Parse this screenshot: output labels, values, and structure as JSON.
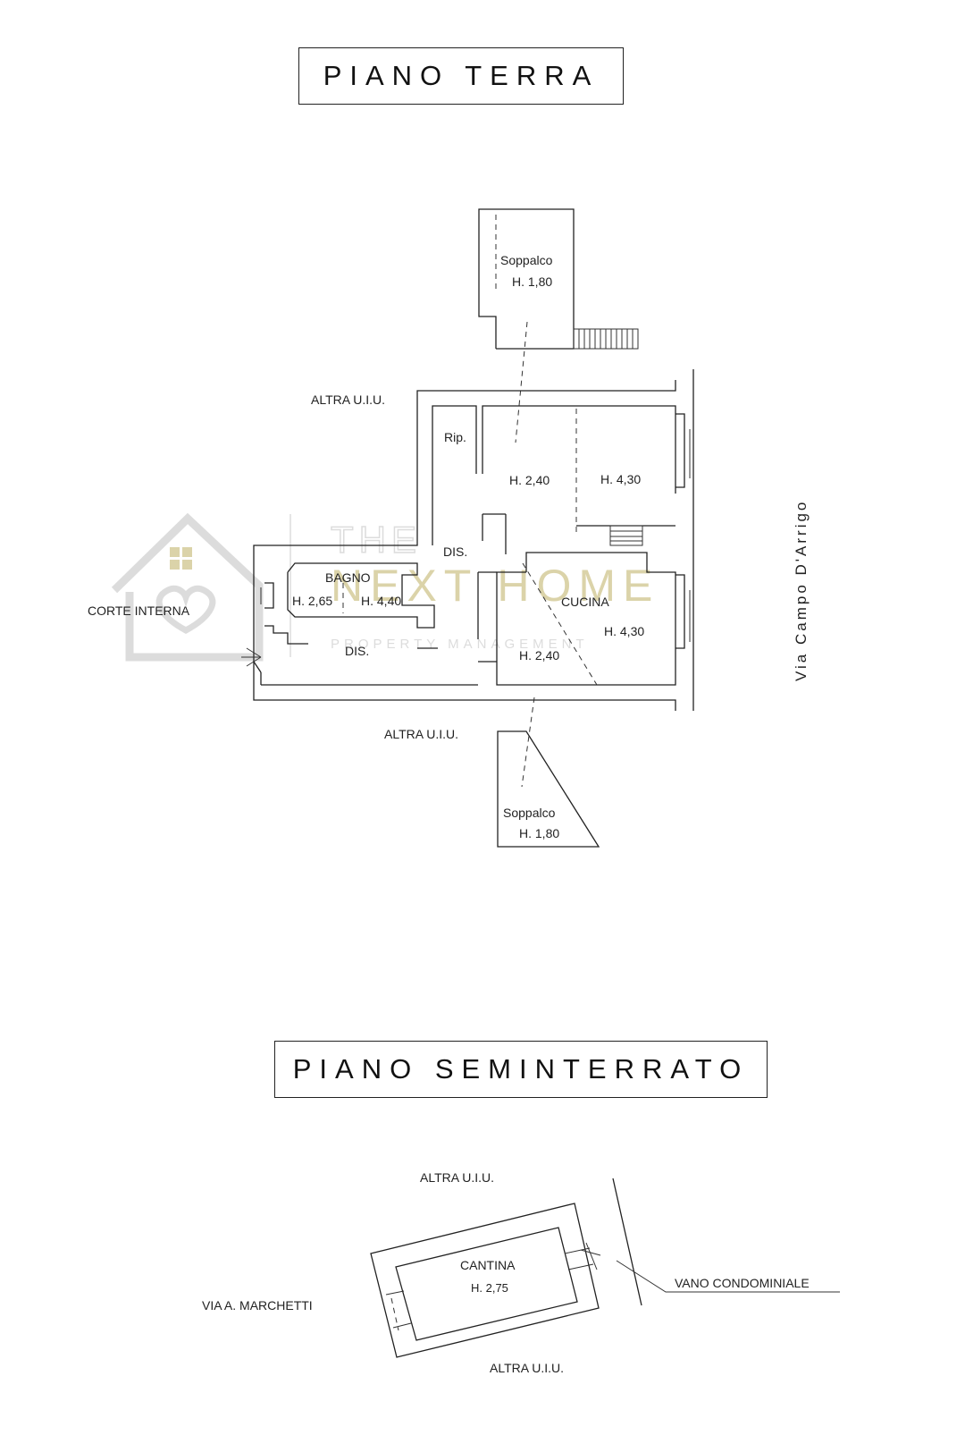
{
  "ground_floor": {
    "title": "PIANO TERRA",
    "labels": {
      "soppalco_top": "Soppalco",
      "soppalco_top_h": "H. 1,80",
      "altra_top": "ALTRA U.I.U.",
      "rip": "Rip.",
      "h240_a": "H. 2,40",
      "h430_a": "H. 4,30",
      "dis_a": "DIS.",
      "bagno": "BAGNO",
      "h265": "H. 2,65",
      "h440": "H. 4,40",
      "corte": "CORTE INTERNA",
      "dis_b": "DIS.",
      "cucina": "CUCINA",
      "h430_b": "H. 4,30",
      "h240_b": "H. 2,40",
      "altra_bottom": "ALTRA U.I.U.",
      "soppalco_bottom": "Soppalco",
      "soppalco_bottom_h": "H. 1,80",
      "street": "Via Campo D'Arrigo"
    }
  },
  "basement": {
    "title": "PIANO SEMINTERRATO",
    "labels": {
      "altra_top": "ALTRA U.I.U.",
      "cantina": "CANTINA",
      "cantina_h": "H. 2,75",
      "via_marchetti": "VIA A. MARCHETTI",
      "vano": "VANO CONDOMINIALE",
      "altra_bottom": "ALTRA U.I.U."
    }
  },
  "watermark": {
    "brand_top": "THE",
    "brand_main": "NEXT HOME",
    "brand_sub": "PROPERTY MANAGEMENT",
    "accent_color": "#d8cfa0",
    "grey_color": "#d9d9d9"
  }
}
